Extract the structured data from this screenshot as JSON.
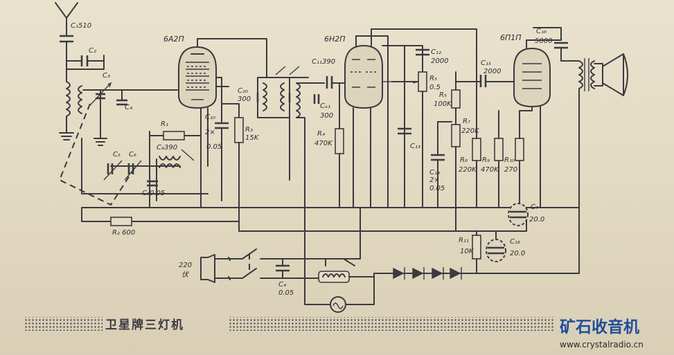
{
  "title": "卫星牌三灯机",
  "watermark": {
    "site_name": "矿石收音机",
    "url": "www.crystalradio.cn",
    "brand_color": "#1f4e9e"
  },
  "tubes": {
    "v1": "6A2П",
    "v2": "6H2П",
    "v3": "6П1П"
  },
  "labels": {
    "c1": "C₁510",
    "c2": "C₂",
    "c3": "C₃",
    "c4": "C₄",
    "c5": "C₅",
    "c6": "C₆",
    "c7_top": "C₇",
    "c7_val": "20.0",
    "c8": "C₈0.05",
    "c9": "C₉390",
    "c10_a": "C₁₀",
    "c10_b": "2×",
    "c10_c": "0.05",
    "c11": "C₁₁390",
    "c12_a": "C₁₂",
    "c12_b": "2000",
    "c13": "C₁₃",
    "c14_a": "C₁₄",
    "c14_b": "2×",
    "c14_c": "0.05",
    "c15_a": "C₁₅",
    "c15_b": "2000",
    "c16_a": "C₁₆",
    "c16_b": "5000",
    "c18_top": "C₁₈",
    "c18_val": "20.0",
    "c20_a": "C₂₀",
    "c20_b": "300",
    "ce1_a": "Cₑ₁",
    "ce1_b": "300",
    "r1": "R₁",
    "r2": "R₂ 600",
    "r3_a": "R₃",
    "r3_b": "15K",
    "r4_a": "R₄",
    "r4_b": "470K",
    "r5_a": "R₅",
    "r5_b": "0.5",
    "r5b_a": "R₅",
    "r5b_b": "100K",
    "r7_a": "R₇",
    "r7_b": "220K",
    "r8_a": "R₈",
    "r8_b": "220K",
    "r9_a": "R₉",
    "r9_b": "470K",
    "r10_a": "R₁₀",
    "r10_b": "270",
    "r11_a": "R₁₁",
    "r11_b": "10K",
    "c4b_a": "C₄",
    "c4b_b": "0.05",
    "mains_a": "220",
    "mains_b": "伏"
  }
}
